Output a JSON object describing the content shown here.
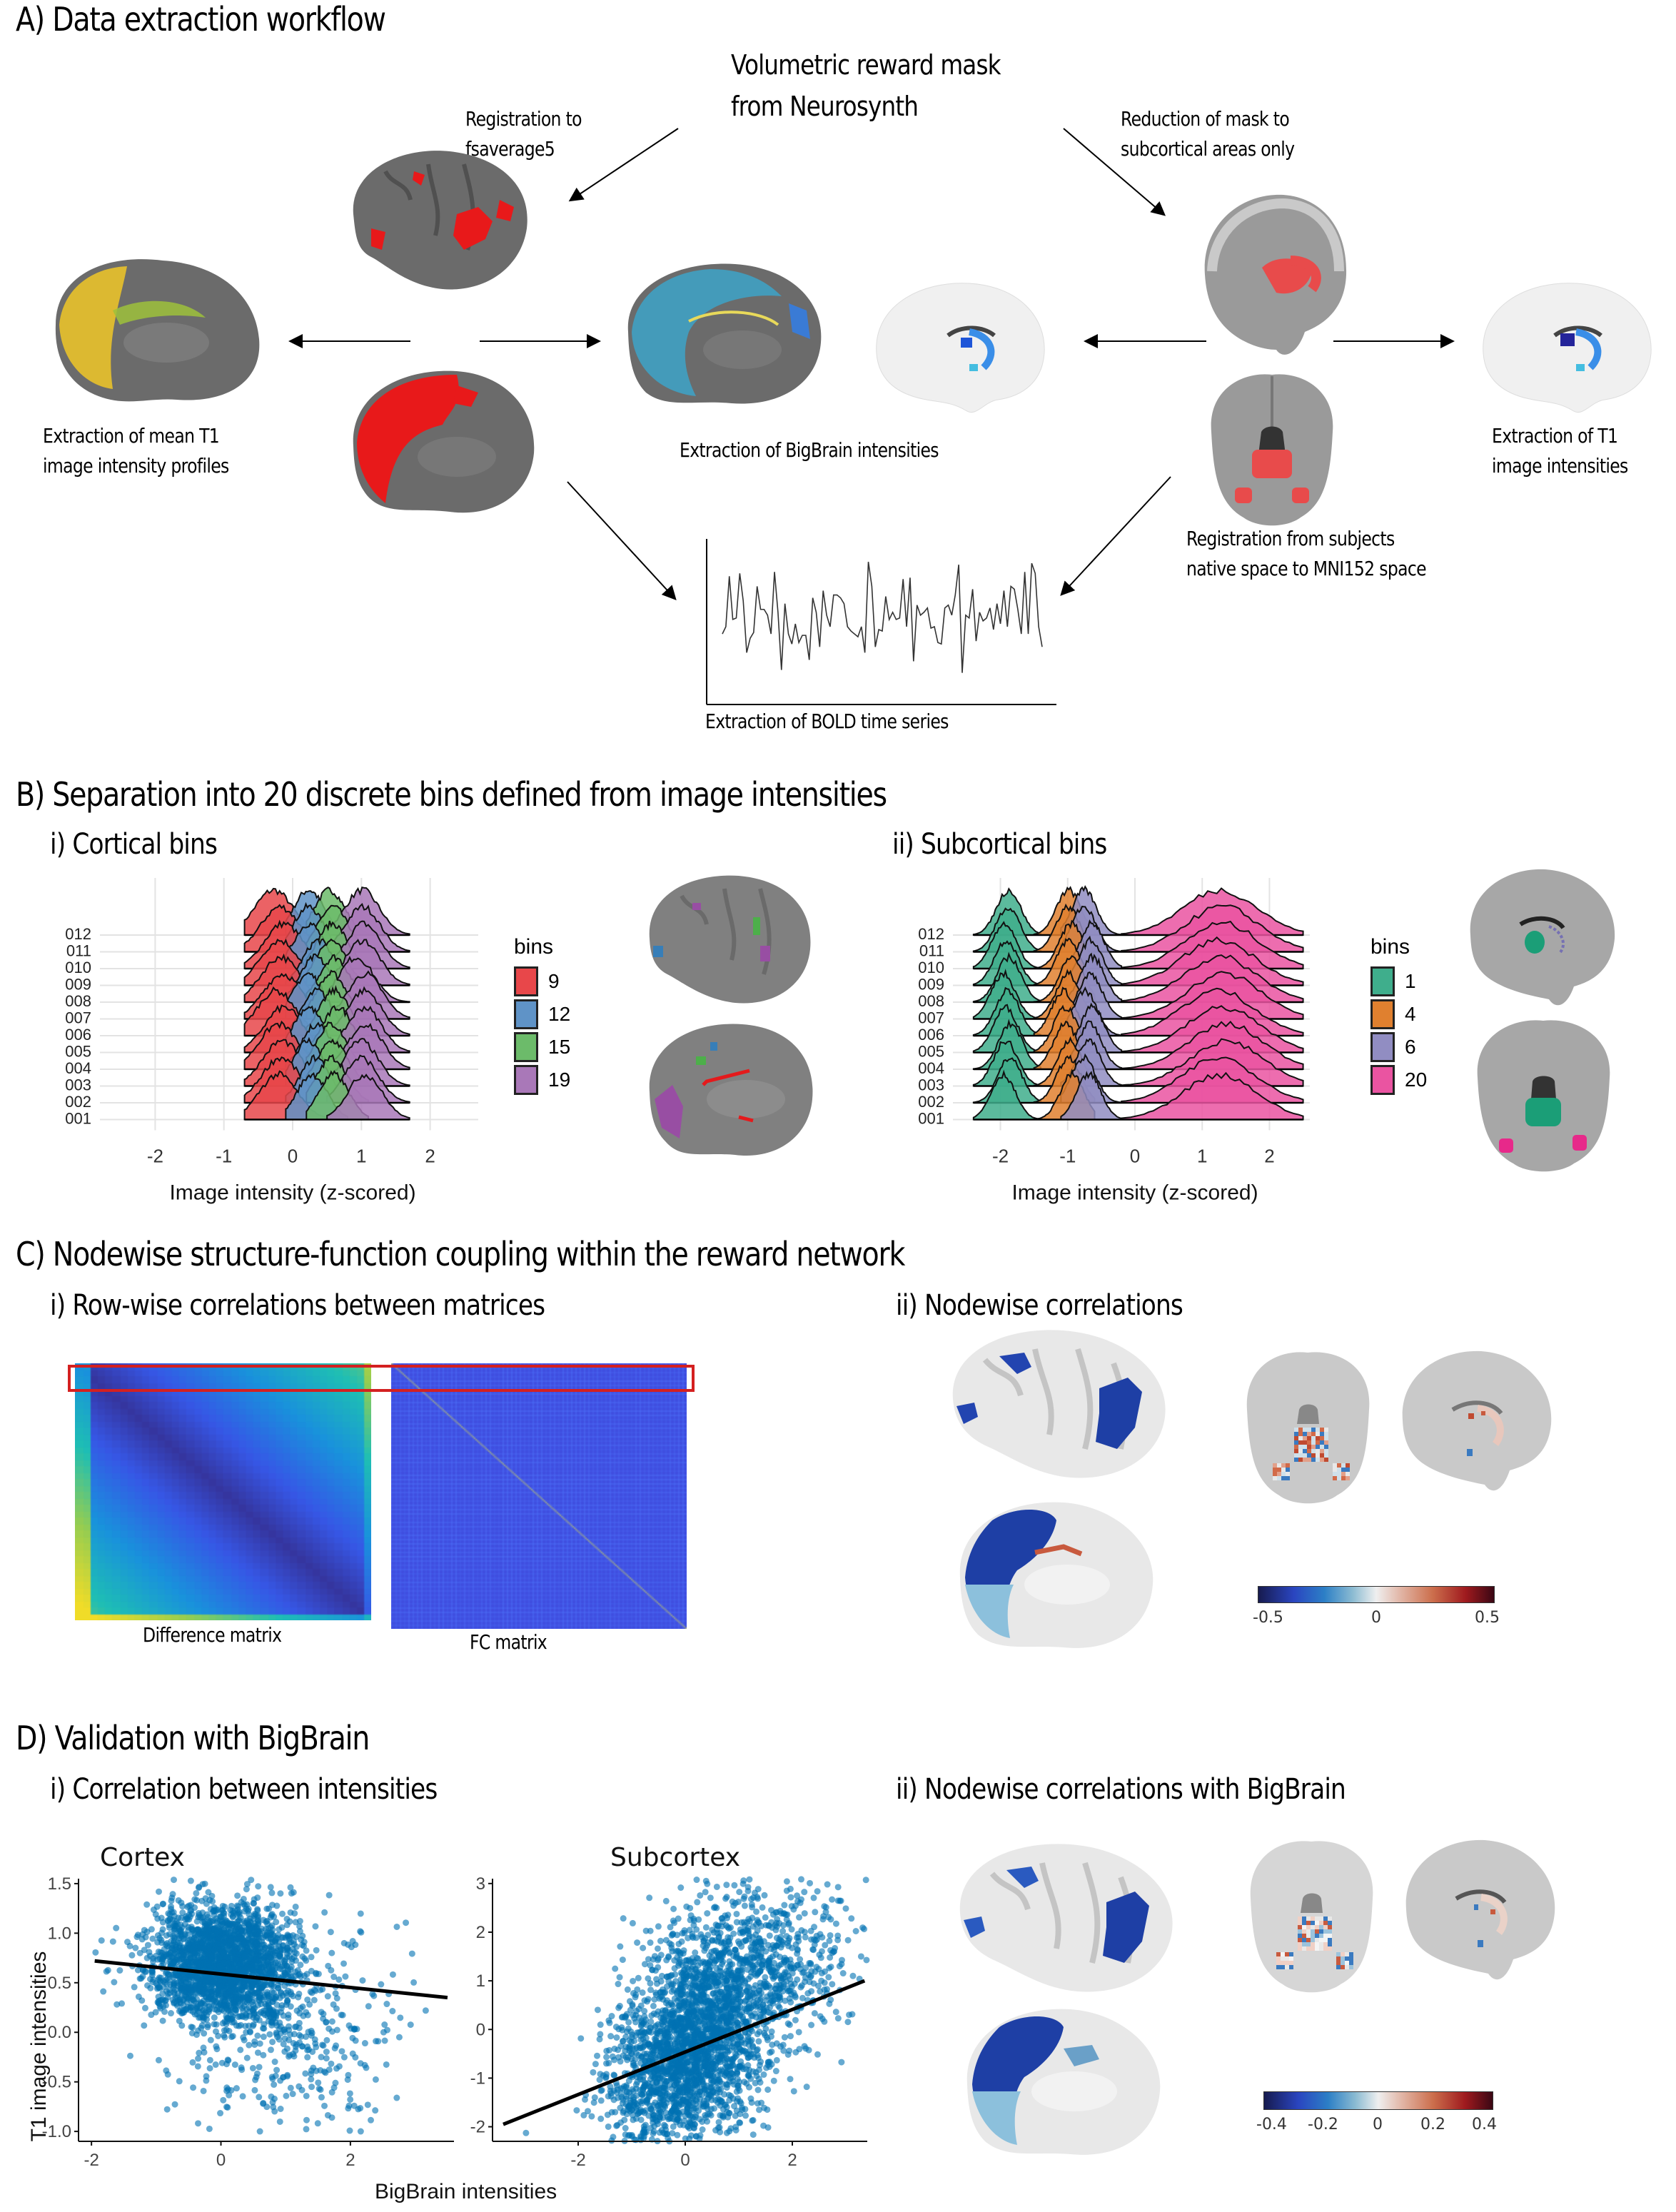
{
  "panelA": {
    "title": "A) Data extraction workflow",
    "source_label": [
      "Volumetric reward mask",
      "from Neurosynth"
    ],
    "registration_label": [
      "Registration to",
      "fsaverage5"
    ],
    "reduction_label": [
      "Reduction of mask to",
      "subcortical areas only"
    ],
    "mean_t1_label": [
      "Extraction of mean T1",
      "image intensity profiles"
    ],
    "bigbrain_label": "Extraction of BigBrain intensities",
    "t1_label": [
      "Extraction of T1",
      "image intensities"
    ],
    "native_reg_label": [
      "Registration from subjects",
      "native space to MNI152 space"
    ],
    "bold_label": "Extraction of BOLD time series",
    "colors": {
      "mask_red": "#e8191a",
      "gray_surface": "#6b6b6b",
      "yellow": "#e9c22b",
      "blue": "#3a7bd5"
    }
  },
  "panelB": {
    "title": "B) Separation into 20 discrete bins defined from image intensities",
    "cortical": {
      "subtitle": "i) Cortical bins",
      "legend_title": "bins",
      "legend": [
        {
          "label": "9",
          "color": "#e41a1c"
        },
        {
          "label": "12",
          "color": "#377eb8"
        },
        {
          "label": "15",
          "color": "#4daf4a"
        },
        {
          "label": "19",
          "color": "#984ea3"
        }
      ]
    },
    "subcortical": {
      "subtitle": "ii) Subcortical bins",
      "legend_title": "bins",
      "legend": [
        {
          "label": "1",
          "color": "#1b9e77"
        },
        {
          "label": "4",
          "color": "#d95f02"
        },
        {
          "label": "6",
          "color": "#7570b3"
        },
        {
          "label": "20",
          "color": "#e7298a"
        }
      ]
    }
  },
  "panelC": {
    "title": "C) Nodewise structure-function coupling within the reward network",
    "sub_i": "i) Row-wise correlations between matrices",
    "sub_ii": "ii) Nodewise correlations",
    "difference_label": "Difference matrix",
    "fc_label": "FC matrix",
    "highlight_color": "#d42020",
    "colorbar": {
      "ticks": [
        "-0.5",
        "0",
        "0.5"
      ],
      "min": -0.5,
      "max": 0.5
    }
  },
  "panelD": {
    "title": "D) Validation with BigBrain",
    "sub_i": "i) Correlation between intensities",
    "sub_ii": "ii) Nodewise correlations with BigBrain",
    "colorbar": {
      "ticks": [
        "-0.4",
        "-0.2",
        "0",
        "0.2",
        "0.4"
      ],
      "min": -0.4,
      "max": 0.4
    }
  },
  "chart_data": [
    {
      "id": "cortical_ridgeline",
      "type": "area",
      "title": "i) Cortical bins",
      "xlabel": "Image intensity (z-scored)",
      "ylabel": "",
      "xlim": [
        -2.7,
        2.7
      ],
      "x_ticks": [
        "-2",
        "-1",
        "0",
        "1",
        "2"
      ],
      "y_categories": [
        "001",
        "002",
        "003",
        "004",
        "005",
        "006",
        "007",
        "008",
        "009",
        "010",
        "011",
        "012"
      ],
      "legend_title": "bins",
      "legend_position": "right",
      "grid": true,
      "series": [
        {
          "name": "9",
          "color": "#e41a1c",
          "peak_center": -0.2,
          "spread": 0.28,
          "range": [
            -0.7,
            0.5
          ]
        },
        {
          "name": "12",
          "color": "#377eb8",
          "peak_center": 0.3,
          "spread": 0.22,
          "range": [
            -0.1,
            0.8
          ]
        },
        {
          "name": "15",
          "color": "#4daf4a",
          "peak_center": 0.6,
          "spread": 0.22,
          "range": [
            0.2,
            1.1
          ]
        },
        {
          "name": "19",
          "color": "#984ea3",
          "peak_center": 1.0,
          "spread": 0.25,
          "range": [
            0.5,
            1.7
          ]
        }
      ]
    },
    {
      "id": "subcortical_ridgeline",
      "type": "area",
      "title": "ii) Subcortical bins",
      "xlabel": "Image intensity (z-scored)",
      "ylabel": "",
      "xlim": [
        -2.6,
        2.6
      ],
      "x_ticks": [
        "-2",
        "-1",
        "0",
        "1",
        "2"
      ],
      "y_categories": [
        "001",
        "002",
        "003",
        "004",
        "005",
        "006",
        "007",
        "008",
        "009",
        "010",
        "011",
        "012"
      ],
      "legend_title": "bins",
      "legend_position": "right",
      "grid": true,
      "series": [
        {
          "name": "1",
          "color": "#1b9e77",
          "peak_center": -1.9,
          "spread": 0.18,
          "range": [
            -2.4,
            -1.4
          ]
        },
        {
          "name": "4",
          "color": "#d95f02",
          "peak_center": -1.0,
          "spread": 0.18,
          "range": [
            -1.5,
            -0.6
          ]
        },
        {
          "name": "6",
          "color": "#7570b3",
          "peak_center": -0.7,
          "spread": 0.18,
          "range": [
            -1.1,
            -0.2
          ]
        },
        {
          "name": "20",
          "color": "#e7298a",
          "peak_center": 1.3,
          "spread": 0.55,
          "range": [
            -0.2,
            2.5
          ]
        }
      ]
    },
    {
      "id": "cortex_scatter",
      "type": "scatter",
      "title": "Cortex",
      "xlabel": "BigBrain intensities",
      "ylabel": "T1 image intensities",
      "xlim": [
        -2.2,
        3.6
      ],
      "ylim": [
        -1.1,
        1.55
      ],
      "x_ticks": [
        "-2",
        "0",
        "2"
      ],
      "y_ticks": [
        "-1.0",
        "-0.5",
        "0.0",
        "0.5",
        "1.0",
        "1.5"
      ],
      "point_color": "#0072b2",
      "fit_line": {
        "x": [
          -1.95,
          3.5
        ],
        "y": [
          0.72,
          0.35
        ]
      },
      "cluster": {
        "x_center": 0.0,
        "y_center": 0.7,
        "x_sd": 0.55,
        "y_sd": 0.3
      },
      "n_points": 2600
    },
    {
      "id": "subcortex_scatter",
      "type": "scatter",
      "title": "Subcortex",
      "xlabel": "BigBrain intensities",
      "ylabel": "T1 image intensities",
      "xlim": [
        -3.6,
        3.4
      ],
      "ylim": [
        -2.3,
        3.1
      ],
      "x_ticks": [
        "-2",
        "0",
        "2"
      ],
      "y_ticks": [
        "-2",
        "-1",
        "0",
        "1",
        "2",
        "3"
      ],
      "point_color": "#0072b2",
      "fit_line": {
        "x": [
          -3.4,
          3.35
        ],
        "y": [
          -1.95,
          1.0
        ]
      },
      "cluster": {
        "x_center": 0.0,
        "y_center": -0.6,
        "x_sd": 0.7,
        "y_sd": 0.85
      },
      "n_points": 3000
    },
    {
      "id": "bold_timeseries",
      "type": "line",
      "title": "Extraction of BOLD time series",
      "xlabel": "",
      "ylabel": "",
      "values": [
        0.45,
        0.5,
        0.85,
        0.55,
        0.56,
        0.87,
        0.68,
        0.32,
        0.42,
        0.46,
        0.78,
        0.62,
        0.62,
        0.58,
        0.45,
        0.88,
        0.6,
        0.2,
        0.66,
        0.45,
        0.38,
        0.52,
        0.39,
        0.44,
        0.44,
        0.27,
        0.7,
        0.6,
        0.36,
        0.75,
        0.58,
        0.5,
        0.72,
        0.72,
        0.7,
        0.66,
        0.5,
        0.47,
        0.45,
        0.43,
        0.5,
        0.32,
        0.95,
        0.78,
        0.36,
        0.48,
        0.47,
        0.71,
        0.55,
        0.6,
        0.55,
        0.56,
        0.83,
        0.5,
        0.84,
        0.26,
        0.65,
        0.58,
        0.6,
        0.63,
        0.49,
        0.5,
        0.39,
        0.38,
        0.63,
        0.65,
        0.58,
        0.72,
        0.93,
        0.18,
        0.58,
        0.56,
        0.76,
        0.4,
        0.6,
        0.54,
        0.56,
        0.63,
        0.48,
        0.66,
        0.52,
        0.75,
        0.5,
        0.78,
        0.76,
        0.62,
        0.45,
        0.88,
        0.45,
        0.94,
        0.87,
        0.5,
        0.36
      ]
    }
  ]
}
